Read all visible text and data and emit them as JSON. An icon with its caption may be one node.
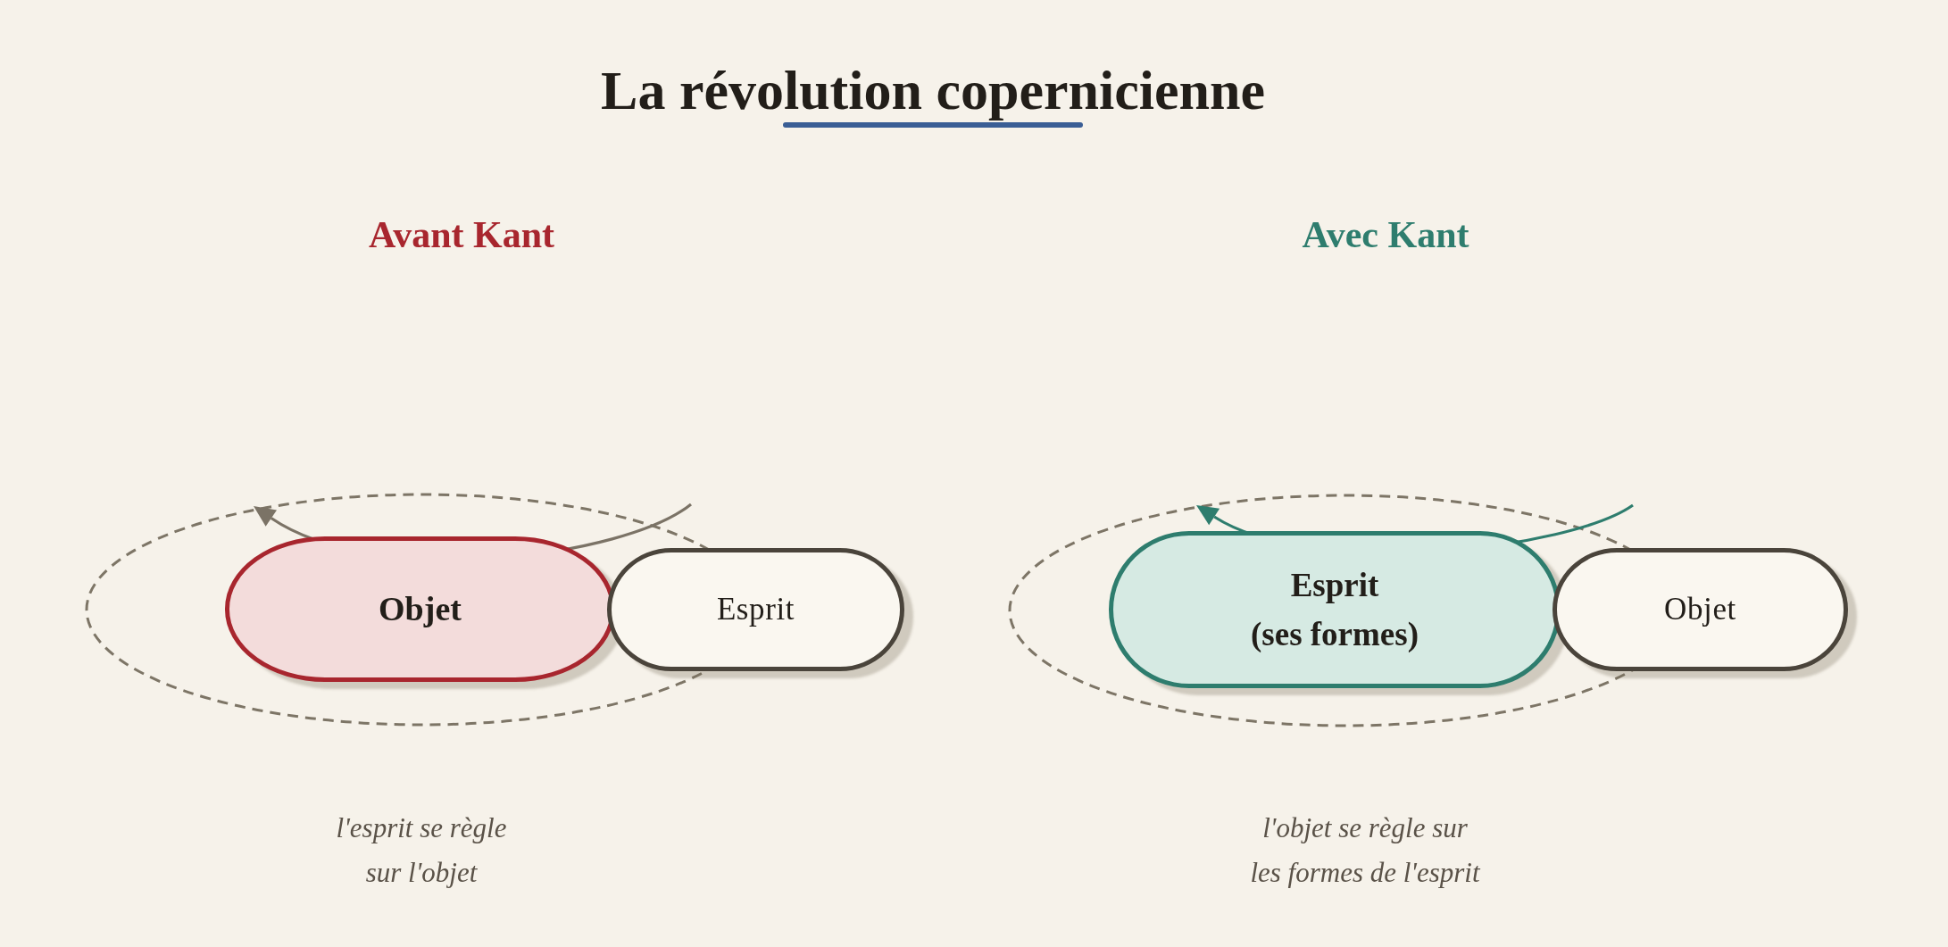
{
  "diagram": {
    "title": "La révolution copernicienne",
    "nodes": [
      {
        "text": [
          "Objet"
        ]
      },
      {
        "text": [
          "Esprit"
        ]
      },
      {
        "text": [
          "Esprit",
          "(ses formes)"
        ]
      },
      {
        "text": [
          "Objet"
        ]
      }
    ],
    "labels": [
      "Avant Kant",
      "Avec Kant",
      "l'esprit se règle sur l'objet",
      "l'objet se règle sur les formes de l'esprit"
    ]
  }
}
